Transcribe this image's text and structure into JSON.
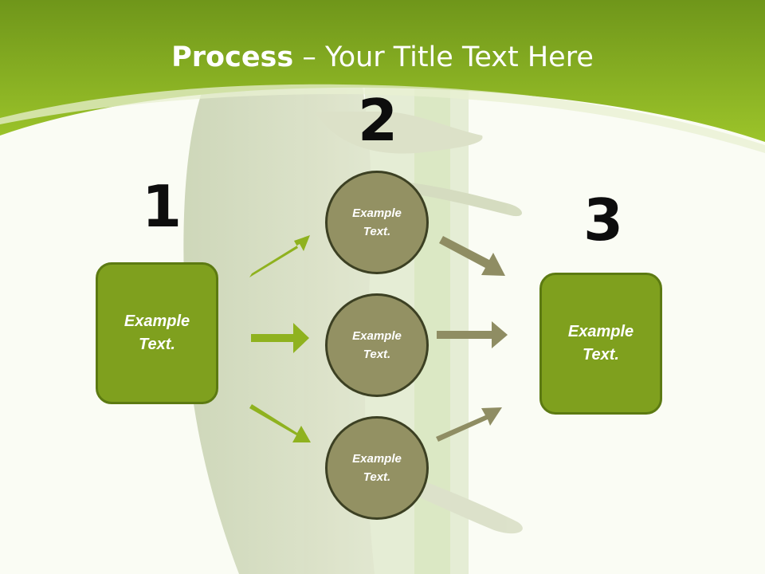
{
  "title": {
    "bold": "Process",
    "rest": " – Your Title Text Here"
  },
  "steps": {
    "one": "1",
    "two": "2",
    "three": "3"
  },
  "left_box": "Example Text.",
  "right_box": "Example Text.",
  "circles": [
    "Example Text.",
    "Example Text.",
    "Example Text."
  ],
  "colors": {
    "header_green": "#8fb51c",
    "box_green": "#7fa01e",
    "circle_olive": "#939163",
    "arrow_green": "#8fb21f",
    "arrow_olive": "#8f8d63"
  }
}
